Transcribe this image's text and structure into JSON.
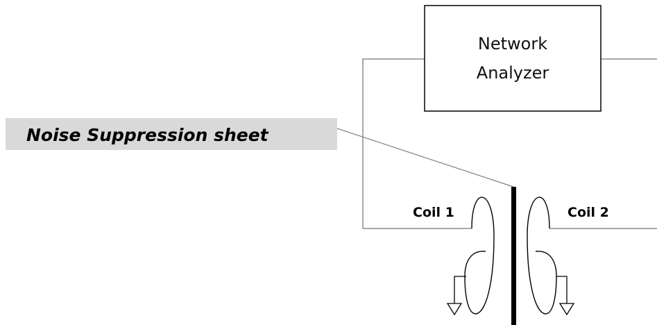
{
  "analyzer": {
    "line1": "Network",
    "line2": "Analyzer"
  },
  "callout": {
    "label": "Noise Suppression sheet"
  },
  "coils": {
    "left_label": "Coil 1",
    "right_label": "Coil 2"
  }
}
